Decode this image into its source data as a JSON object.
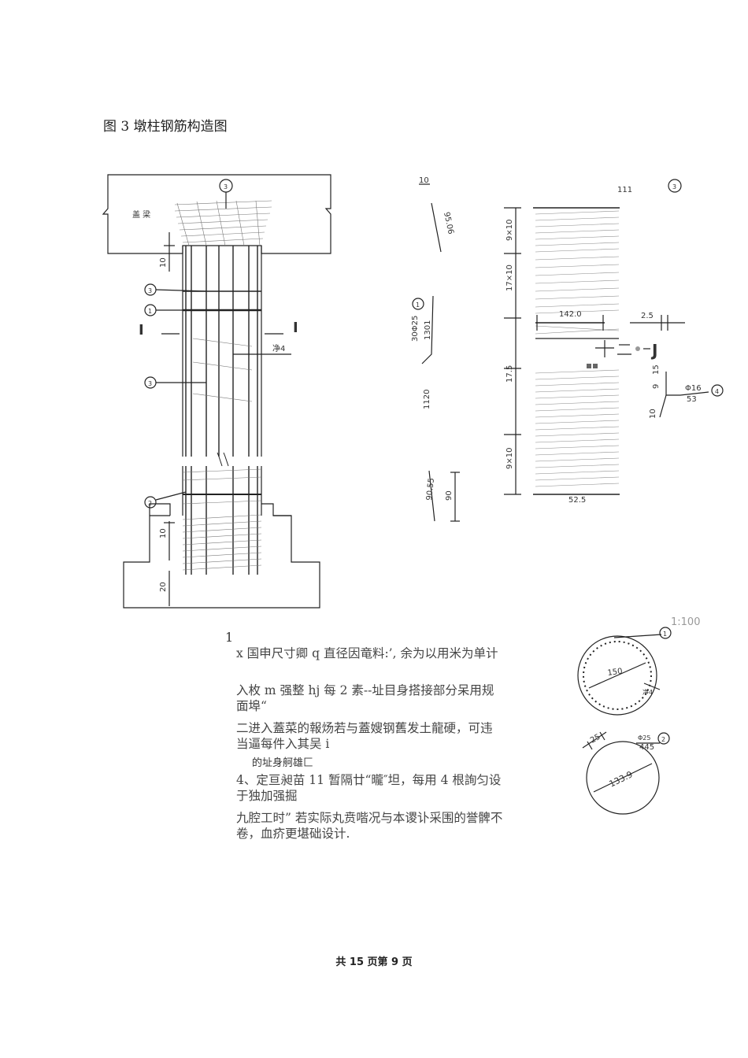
{
  "figure_title": "图 3 墩柱钢筋构造图",
  "elevation": {
    "cap_beam_label": "盖 梁",
    "section_marks": [
      "I",
      "I"
    ],
    "dim_top": "10",
    "dim_mid": "10",
    "dim_bottom": "20",
    "tie_label": "净4",
    "callouts": [
      "3",
      "3",
      "1",
      "3",
      "2"
    ]
  },
  "bar_details": {
    "top_ten": "10",
    "label_111": "111",
    "callout_3": "3",
    "bar_len_a": "95.06",
    "callout_1": "1",
    "bar_1_spec": "30Φ25",
    "bar_1_len": "1301",
    "bar_1_total": "1120",
    "spiral_dim_1": "9×10",
    "spiral_dim_2": "17×10",
    "spiral_width": "142.0",
    "spacing_25": "2.5",
    "spiral_dim_3": "17.5",
    "spiral_dim_4": "9×10",
    "bottom_width": "52.5",
    "bar_2_len": "90.55",
    "bar_2_short": "90",
    "callout_4": "4",
    "bar_4_spec": "Φ16",
    "bar_4_len": "53",
    "bar_4_dim_a": "9",
    "bar_4_dim_b": "15",
    "bar_4_dim_c": "10",
    "symbols": "十 二 ● J"
  },
  "section_view": {
    "scale": "1:100",
    "callout_1": "1",
    "diameter": "150",
    "tie_label": "净4",
    "callout_2": "2",
    "dim_25": "25",
    "bar_2_spec": "Φ25",
    "bar_2_len": "445",
    "ring_diameter": "133.9"
  },
  "notes": {
    "number": "1",
    "items": [
      "x 国申尺寸卿 q 直径因竜料:’, 余为以用米为单计",
      "入枚 m 强整 hj 每 2 素--址目身搭接部分呆用规面埠“",
      "二进入蓋菜的報炀若与蓋嫂钢舊发土龍硬，可违当逼每件入其吴 i",
      "的址身舸雄匚",
      "4、定亘昶苗 11 暂隔廿“曨″坦，每用 4 根詢匀设于独加强掘",
      "九腔工时” 若实际丸贲喈况与本谡讣采围的誉髀不卷，血疥更堪础设计."
    ]
  },
  "footer": "共 15 页第 9 页"
}
